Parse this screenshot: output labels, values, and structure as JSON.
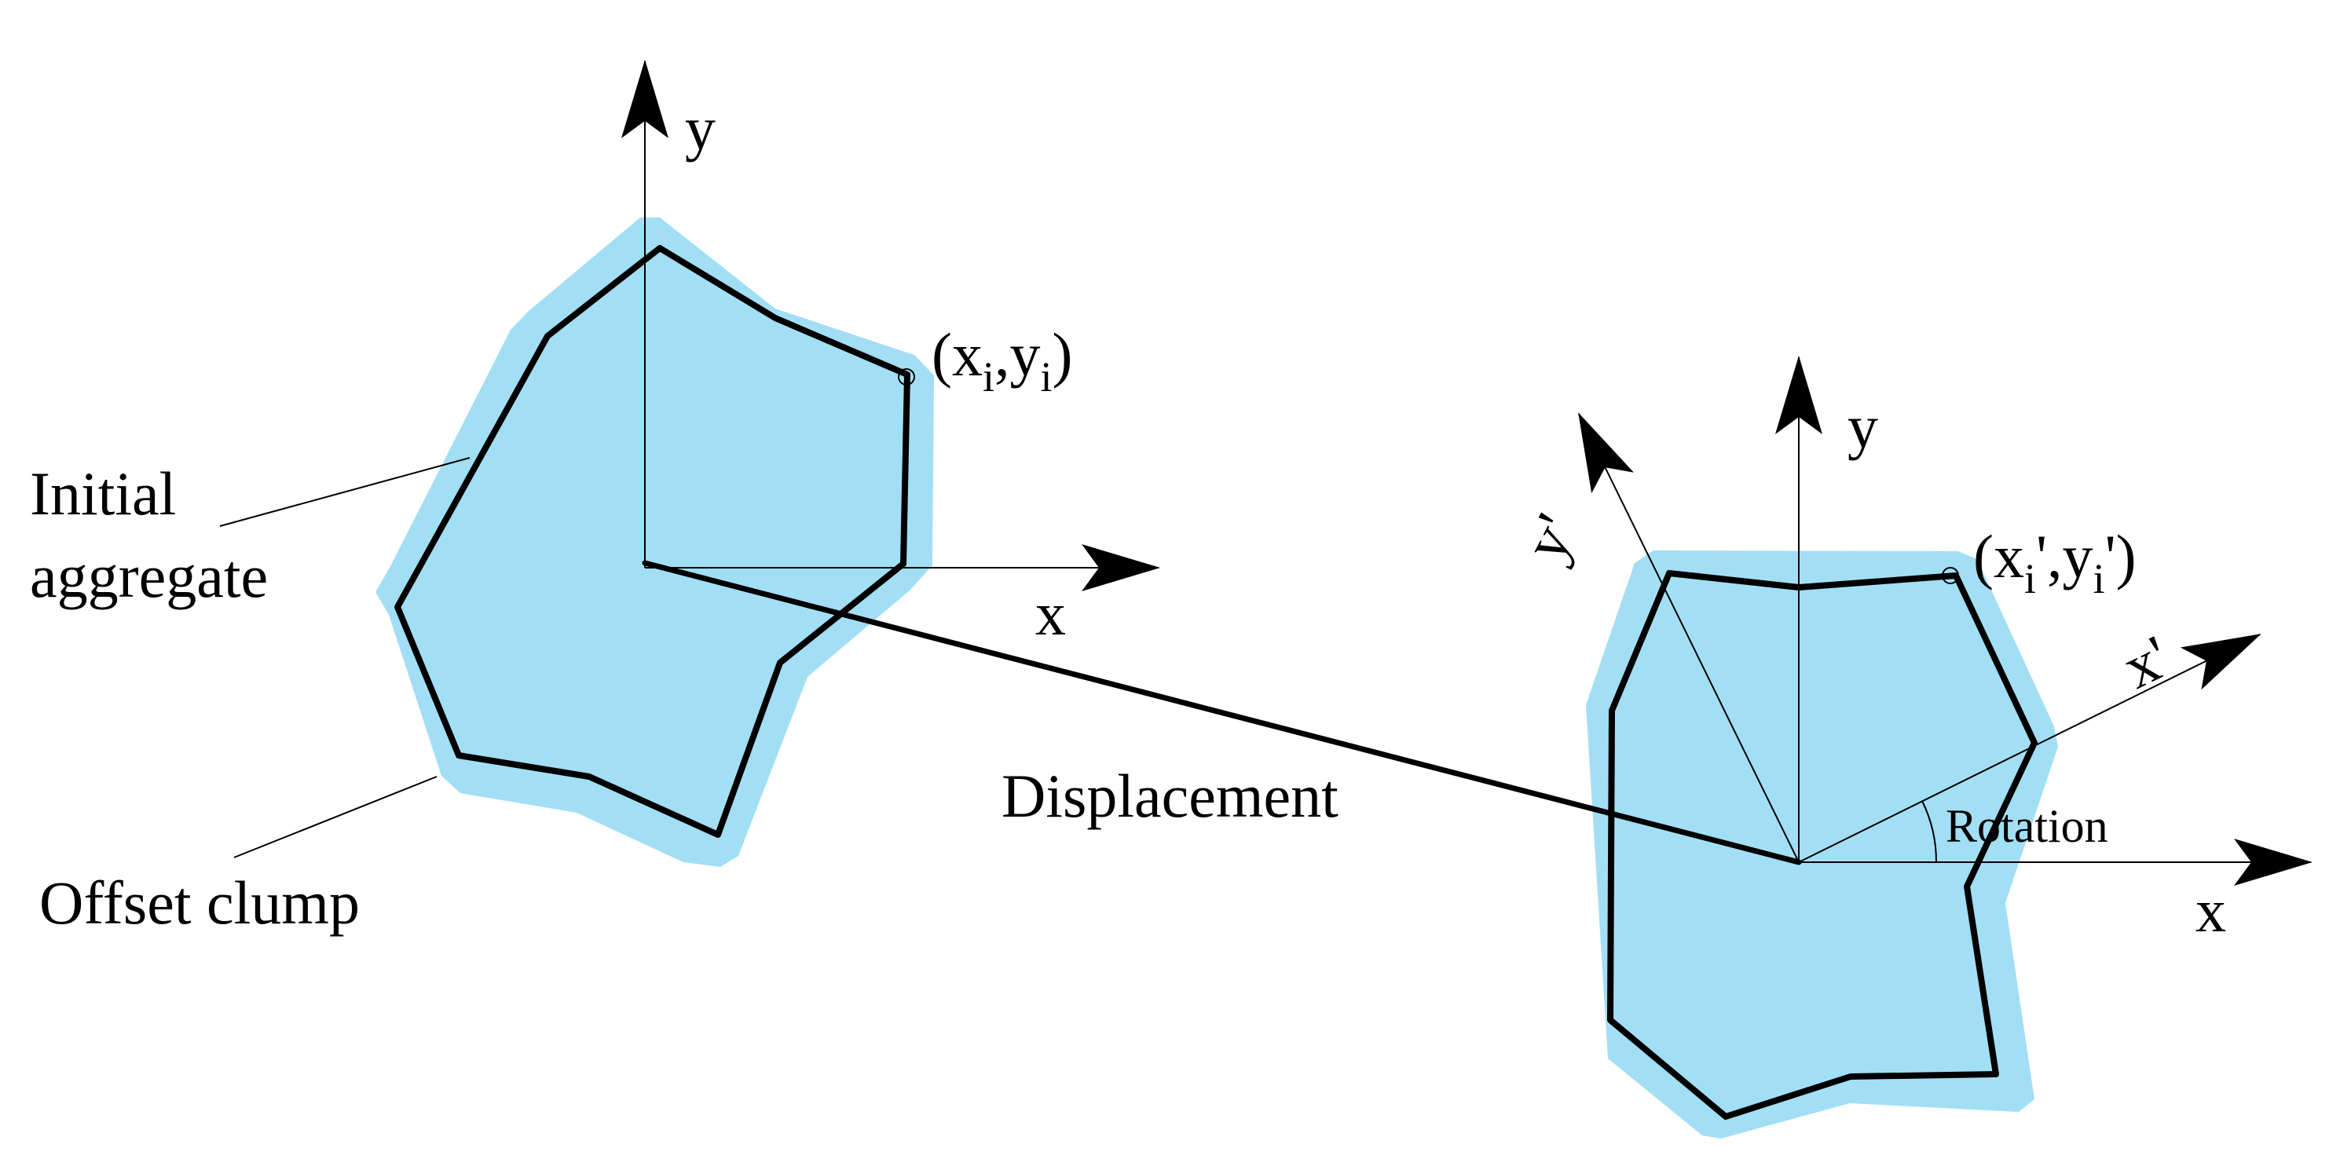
{
  "colors": {
    "offset_clump": "#a2dff5",
    "aggregate_fill": "#97dcf4",
    "line": "#000000",
    "background": "#ffffff"
  },
  "labels": {
    "initial_line1": "Initial",
    "initial_line2": "aggregate",
    "offset_clump": "Offset clump",
    "displacement": "Displacement",
    "rotation": "Rotation"
  },
  "left_frame": {
    "x_axis": "x",
    "y_axis": "y",
    "vertex_label": {
      "open": "(x",
      "sub1": "i",
      "mid": ",y",
      "sub2": "i",
      "close": ")"
    }
  },
  "right_frame": {
    "x_axis": "x",
    "y_axis": "y",
    "x_prime": "x'",
    "y_prime": "y'",
    "vertex_label": {
      "open": "(x",
      "sub1": "i",
      "mid": "',y",
      "sub2": "i",
      "close": "')"
    }
  },
  "icons": {
    "axis_arrow": "arrowhead-icon",
    "vertex_marker": "circle-marker-icon"
  }
}
